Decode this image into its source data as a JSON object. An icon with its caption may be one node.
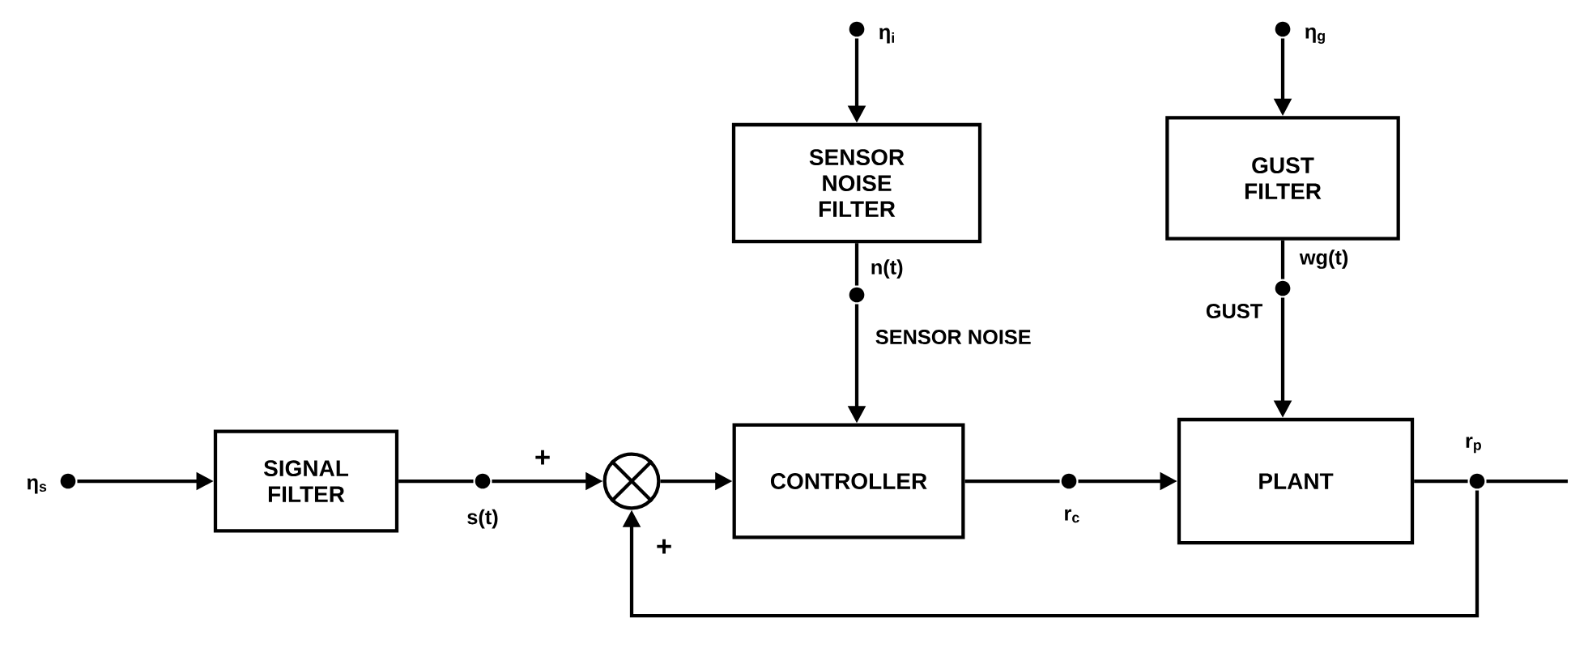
{
  "diagram": {
    "nodes": [
      {
        "text": [],
        "shape": "circle",
        "beside": [
          "η$_{s}$"
        ]
      },
      {
        "text": [
          "SIGNAL FILTER"
        ]
      },
      {
        "text": [],
        "shape": "circle",
        "beside": [
          "s(t)"
        ]
      },
      {
        "text": [],
        "shape": "circle"
      },
      {
        "text": [],
        "shape": "circle",
        "beside": [
          "η$_{i}$"
        ]
      },
      {
        "text": [
          "SENSOR NOISE FILTER"
        ]
      },
      {
        "text": [],
        "shape": "circle",
        "beside": [
          "n(t)",
          "SENSOR NOISE"
        ]
      },
      {
        "text": [
          "CONTROLLER"
        ]
      },
      {
        "text": [],
        "shape": "circle",
        "beside": [
          "r$_{c}$"
        ]
      },
      {
        "text": [],
        "shape": "circle",
        "beside": [
          "η$_{g}$"
        ]
      },
      {
        "text": [
          "GUST FILTER"
        ]
      },
      {
        "text": [],
        "shape": "circle",
        "beside": [
          "wg(t)",
          "GUST"
        ]
      },
      {
        "text": [
          "PLANT"
        ]
      },
      {
        "text": [],
        "shape": "circle",
        "beside": [
          "r$_{p}$"
        ]
      }
    ],
    "edges": [
      {
        "from": 0,
        "to": 1,
        "arrow": "to"
      },
      {
        "from": 1,
        "to": 2,
        "arrow": "none"
      },
      {
        "from": 2,
        "to": 3,
        "arrow": "to"
      },
      {
        "from": 3,
        "to": 7,
        "arrow": "to"
      },
      {
        "from": 4,
        "to": 5,
        "arrow": "to"
      },
      {
        "from": 5,
        "to": 6,
        "arrow": "none"
      },
      {
        "from": 6,
        "to": 7,
        "arrow": "to"
      },
      {
        "from": 7,
        "to": 8,
        "arrow": "none"
      },
      {
        "from": 8,
        "to": 12,
        "arrow": "to"
      },
      {
        "from": 9,
        "to": 10,
        "arrow": "to"
      },
      {
        "from": 10,
        "to": 11,
        "arrow": "none"
      },
      {
        "from": 11,
        "to": 12,
        "arrow": "to"
      },
      {
        "from": 12,
        "to": 13,
        "arrow": "none"
      },
      {
        "from": 13,
        "to": null,
        "arrow": "none"
      },
      {
        "from": 13,
        "to": 3,
        "arrow": "to"
      }
    ],
    "labels": [
      "+",
      "+"
    ]
  }
}
